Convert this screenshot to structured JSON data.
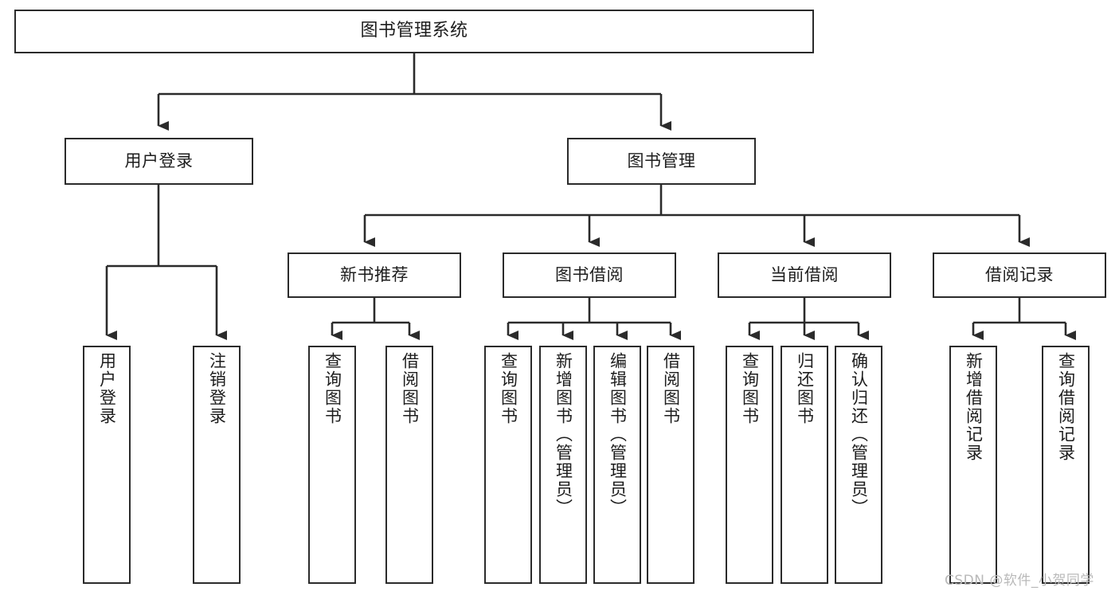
{
  "diagram": {
    "title": "图书管理系统",
    "watermark": "CSDN @软件_小贺同学",
    "stroke_color": "#2b2b2b",
    "fill_color": "#ffffff",
    "text_color": "#1d1d1d",
    "watermark_color": "#b9b9b9"
  },
  "root": {
    "label": "图书管理系统"
  },
  "level2": [
    {
      "label": "用户登录"
    },
    {
      "label": "图书管理"
    }
  ],
  "level3": [
    {
      "label": "新书推荐"
    },
    {
      "label": "图书借阅"
    },
    {
      "label": "当前借阅"
    },
    {
      "label": "借阅记录"
    }
  ],
  "leaves": {
    "user_login": [
      {
        "label": "用户登录"
      },
      {
        "label": "注销登录"
      }
    ],
    "new_book": [
      {
        "label": "查询图书"
      },
      {
        "label": "借阅图书"
      }
    ],
    "book_borrow": [
      {
        "label": "查询图书"
      },
      {
        "label": "新增图书（管理员）"
      },
      {
        "label": "编辑图书（管理员）"
      },
      {
        "label": "借阅图书"
      }
    ],
    "current_borrow": [
      {
        "label": "查询图书"
      },
      {
        "label": "归还图书"
      },
      {
        "label": "确认归还（管理员）"
      }
    ],
    "borrow_record": [
      {
        "label": "新增借阅记录"
      },
      {
        "label": "查询借阅记录"
      }
    ]
  },
  "chart_data": {
    "type": "tree-diagram",
    "title": "图书管理系统",
    "orientation": "top-down",
    "nodes": [
      {
        "id": "n0",
        "label": "图书管理系统",
        "level": 0,
        "parent": null
      },
      {
        "id": "n1",
        "label": "用户登录",
        "level": 1,
        "parent": "n0"
      },
      {
        "id": "n2",
        "label": "图书管理",
        "level": 1,
        "parent": "n0"
      },
      {
        "id": "n3",
        "label": "用户登录",
        "level": 2,
        "parent": "n1"
      },
      {
        "id": "n4",
        "label": "注销登录",
        "level": 2,
        "parent": "n1"
      },
      {
        "id": "n5",
        "label": "新书推荐",
        "level": 2,
        "parent": "n2"
      },
      {
        "id": "n6",
        "label": "图书借阅",
        "level": 2,
        "parent": "n2"
      },
      {
        "id": "n7",
        "label": "当前借阅",
        "level": 2,
        "parent": "n2"
      },
      {
        "id": "n8",
        "label": "借阅记录",
        "level": 2,
        "parent": "n2"
      },
      {
        "id": "n9",
        "label": "查询图书",
        "level": 3,
        "parent": "n5"
      },
      {
        "id": "n10",
        "label": "借阅图书",
        "level": 3,
        "parent": "n5"
      },
      {
        "id": "n11",
        "label": "查询图书",
        "level": 3,
        "parent": "n6"
      },
      {
        "id": "n12",
        "label": "新增图书（管理员）",
        "level": 3,
        "parent": "n6"
      },
      {
        "id": "n13",
        "label": "编辑图书（管理员）",
        "level": 3,
        "parent": "n6"
      },
      {
        "id": "n14",
        "label": "借阅图书",
        "level": 3,
        "parent": "n6"
      },
      {
        "id": "n15",
        "label": "查询图书",
        "level": 3,
        "parent": "n7"
      },
      {
        "id": "n16",
        "label": "归还图书",
        "level": 3,
        "parent": "n7"
      },
      {
        "id": "n17",
        "label": "确认归还（管理员）",
        "level": 3,
        "parent": "n7"
      },
      {
        "id": "n18",
        "label": "新增借阅记录",
        "level": 3,
        "parent": "n8"
      },
      {
        "id": "n19",
        "label": "查询借阅记录",
        "level": 3,
        "parent": "n8"
      }
    ]
  }
}
